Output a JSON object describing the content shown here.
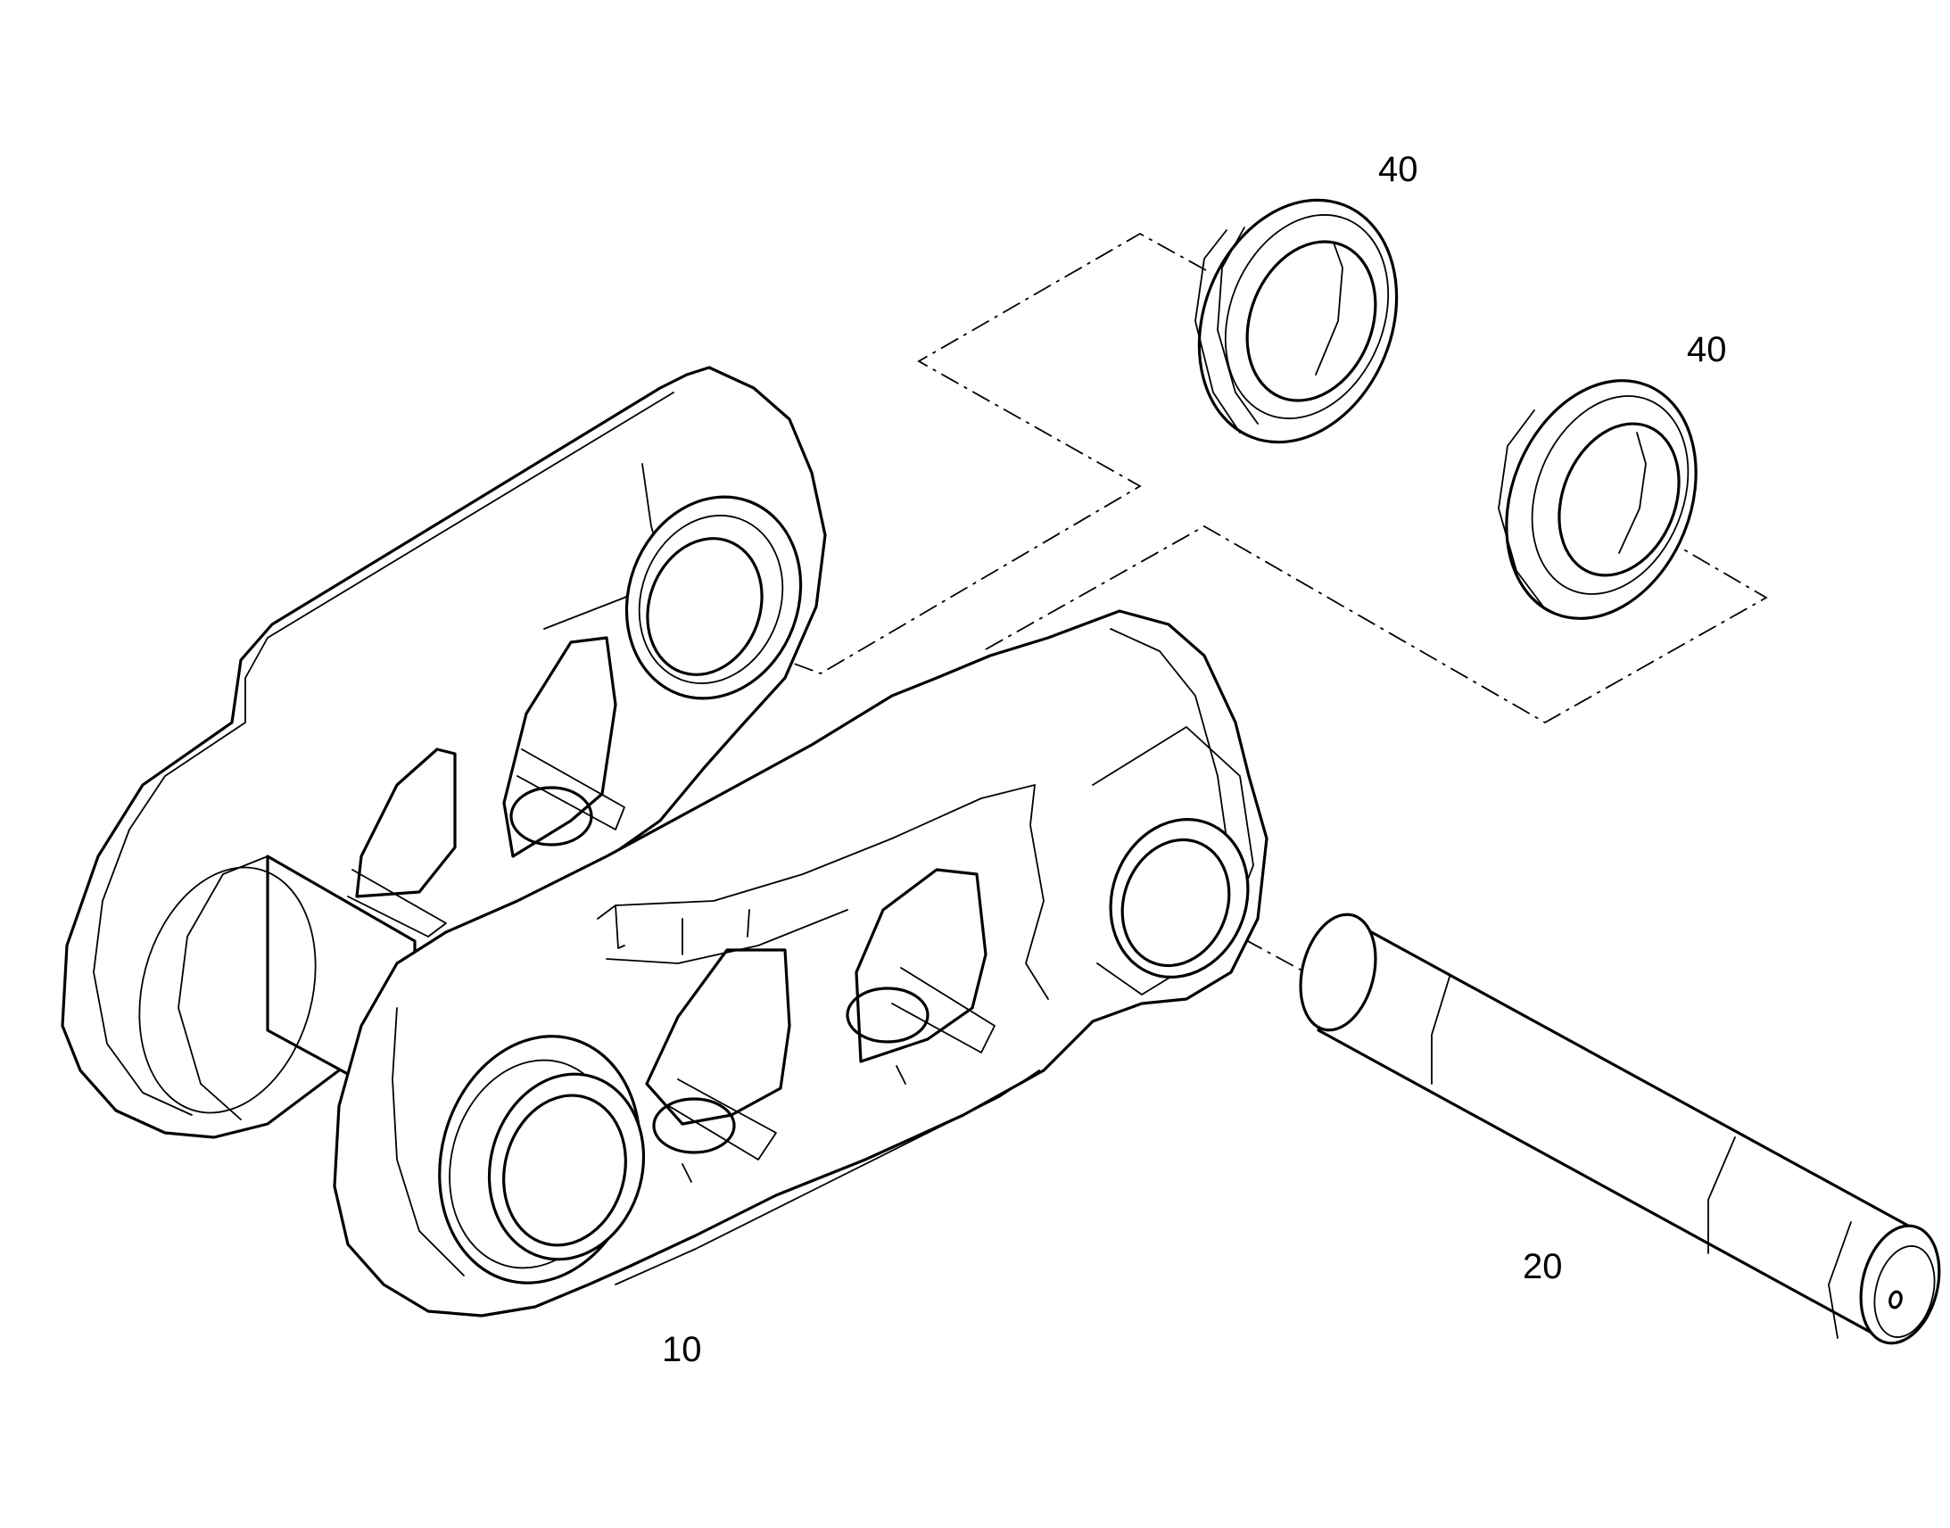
{
  "labels": {
    "link": "10",
    "pin": "20",
    "seal_upper": "40",
    "seal_lower": "40"
  },
  "colors": {
    "line": "#000000",
    "background": "#ffffff"
  }
}
